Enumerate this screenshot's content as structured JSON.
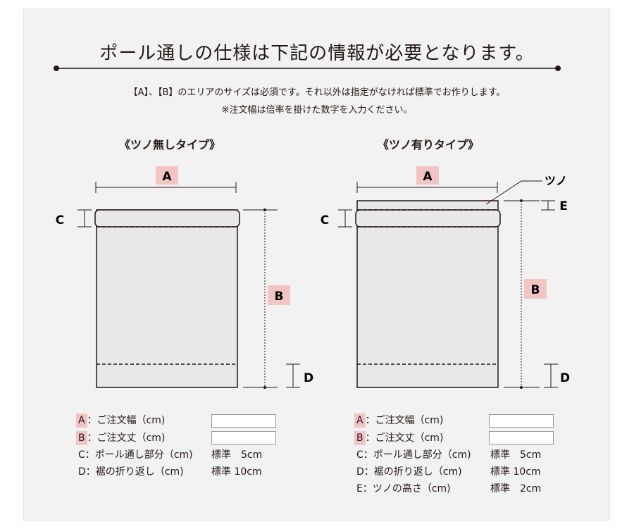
{
  "header": {
    "title": "ポール通しの仕様は下記の情報が必要となります。",
    "note1": "【A】、【B】のエリアのサイズは必須です。それ以外は指定がなければ標準でお作りします。",
    "note2": "※注文幅は倍率を掛けた数字を入力ください。"
  },
  "left": {
    "title": "《ツノ無しタイプ》",
    "label_a": "A",
    "label_b": "B",
    "label_c": "C",
    "label_d": "D",
    "specs": {
      "a": {
        "code": "A",
        "text": "：ご注文幅（cm)"
      },
      "b": {
        "code": "B",
        "text": "：ご注文丈（cm)"
      },
      "c": {
        "text": "C：ポール通し部分（cm)",
        "std": "標準　5cm"
      },
      "d": {
        "text": "D：裾の折り返し（cm)",
        "std": "標準 10cm"
      }
    }
  },
  "right": {
    "title": "《ツノ有りタイプ》",
    "label_a": "A",
    "label_b": "B",
    "label_c": "C",
    "label_d": "D",
    "label_e": "E",
    "horn_label": "ツノ",
    "specs": {
      "a": {
        "code": "A",
        "text": "：ご注文幅（cm)"
      },
      "b": {
        "code": "B",
        "text": "：ご注文丈（cm)"
      },
      "c": {
        "text": "C：ポール通し部分（cm)",
        "std": "標準　5cm"
      },
      "d": {
        "text": "D：裾の折り返し（cm)",
        "std": "標準 10cm"
      },
      "e": {
        "text": "E：ツノの高さ（cm)",
        "std": "標準　2cm"
      }
    }
  },
  "colors": {
    "highlight": "#f3c4c4",
    "panel": "#f2f2f2",
    "ink": "#231815"
  }
}
